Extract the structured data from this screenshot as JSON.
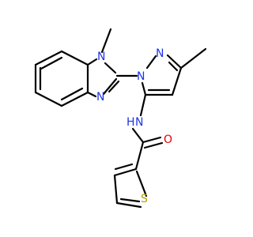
{
  "atoms": {
    "n_methyl_benzimidazole": "N",
    "n_imine_benzimidazole": "N",
    "n_pyrazole_1": "N",
    "n_pyrazole_2": "N",
    "n_amide": "N",
    "h_amide": "H",
    "o_carbonyl": "O",
    "s_thiophene": "S"
  },
  "colors": {
    "bond": "#000000",
    "nitrogen": "#1f35e6",
    "oxygen": "#e60000",
    "sulfur": "#b3a000"
  }
}
